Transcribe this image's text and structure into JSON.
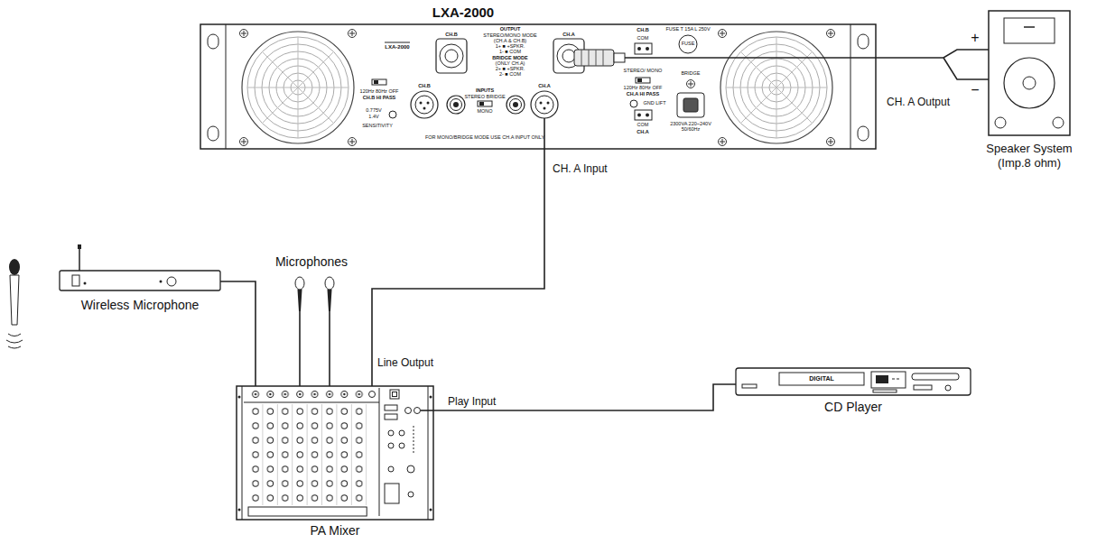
{
  "diagram": {
    "nodes": [
      {
        "text": [
          "LXA-2000"
        ]
      },
      {
        "text": [
          "Speaker System (Imp.8 ohm)"
        ]
      },
      {
        "text": [
          "Microphones"
        ]
      },
      {
        "text": [
          "Wireless Microphone"
        ]
      },
      {
        "text": [
          "PA Mixer"
        ]
      },
      {
        "text": [
          "CD Player"
        ]
      }
    ],
    "edges": [
      {
        "from": 0,
        "to": 1,
        "arrow": "none",
        "label": "CH. A Output"
      },
      {
        "from": 4,
        "to": 0,
        "arrow": "none",
        "label": "CH. A Input"
      },
      {
        "from": 3,
        "to": 4,
        "arrow": "none"
      },
      {
        "from": 2,
        "to": 4,
        "arrow": "none"
      },
      {
        "from": 2,
        "to": 4,
        "arrow": "none"
      },
      {
        "from": 5,
        "to": 4,
        "arrow": "none",
        "label": "Play Input"
      }
    ],
    "labels": [
      "Line Output",
      "+",
      "−",
      "LXA-2000",
      "CH.B",
      "OUTPUT",
      "STEREO/MONO MODE",
      "(CH.A & CH.B)",
      "1+ ■ +SPKR.",
      "1- ■ COM",
      "BRIDGE MODE",
      "(ONLY CH.A)",
      "2+ ■ +SPKR.",
      "2- ■ COM",
      "CH.A",
      "120Hz 80Hz OFF",
      "CH.B HI PASS",
      "0.775V",
      "1.4V",
      "SENSITIVITY",
      "CH.B",
      "INPUTS",
      "STEREO BRIDGE",
      "MONO",
      "CH.A",
      "FOR MONO/BRIDGE MODE USE CH.A INPUT ONLY",
      "CH.B",
      "COM",
      "STEREO/ MONO",
      "120Hz 80Hz OFF",
      "CH.A HI PASS",
      "GND LIFT",
      "COM",
      "CH.A",
      "FUSE T 15A L 250V",
      "FUSE",
      "BRIDGE",
      "2300VA 220~240V 50/60Hz",
      "DIGITAL"
    ]
  }
}
